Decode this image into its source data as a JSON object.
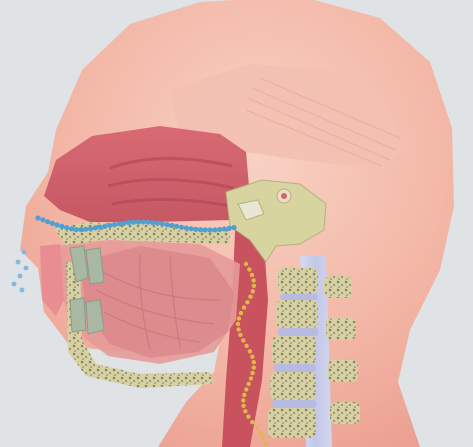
{
  "colors": {
    "background": "#dfe3e5",
    "skin": "#f3b4a3",
    "skin_light": "#f8d2c4",
    "muscle": "#de7e84",
    "muscle_dark": "#b14e57",
    "tongue": "#d98a8d",
    "bone": "#d8d4a0",
    "bone_spots": "#8a826a",
    "disc": "#b7bbe2",
    "spinal_cord": "#c9cdeb",
    "blue_dots": "#4f9fd2",
    "yellow_dots": "#e0b84a",
    "tooth": "#a9b8a2"
  },
  "parts": [
    "head",
    "neck",
    "skull-muscles",
    "nasal-cavity",
    "palate-bone",
    "tongue",
    "mandible",
    "teeth",
    "pharynx",
    "ear-ossicles",
    "cervical-spine",
    "spinal-cord",
    "airborne-droplets",
    "secretion-dots"
  ]
}
